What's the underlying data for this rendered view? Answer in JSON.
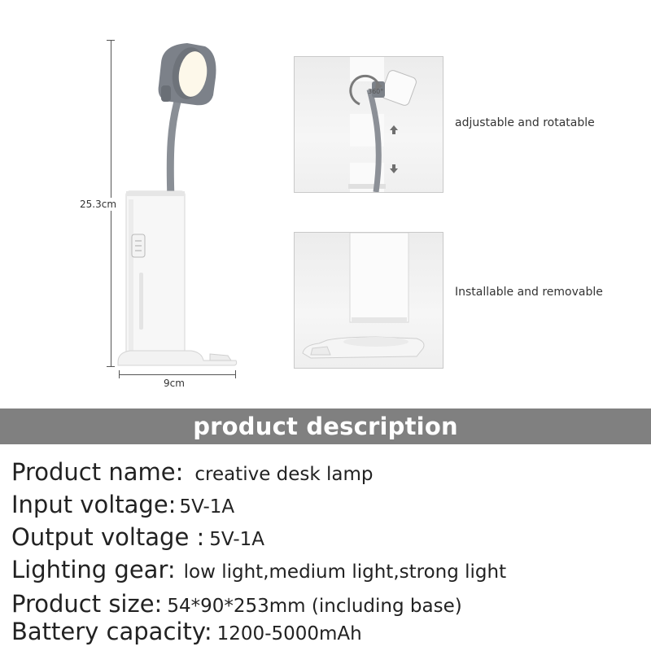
{
  "dimensions": {
    "height_label": "25.3cm",
    "width_label": "9cm"
  },
  "features": [
    {
      "label": "adjustable and rotatable",
      "badge": "360°"
    },
    {
      "label": "Installable and removable"
    }
  ],
  "banner": {
    "title": "product description"
  },
  "specs": [
    {
      "key": "Product name:",
      "value": "creative desk lamp"
    },
    {
      "key": "Input voltage:",
      "value": "5V-1A"
    },
    {
      "key": "Output voltage :",
      "value": "5V-1A"
    },
    {
      "key": "Lighting gear:",
      "value": "low light,medium light,strong light"
    },
    {
      "key": "Product size:",
      "value": "54*90*253mm (including base)"
    },
    {
      "key": "Battery capacity:",
      "value": "1200-5000mAh"
    }
  ],
  "colors": {
    "banner_bg": "#808080",
    "lamp_head": "#7c8189",
    "lamp_body": "#f7f7f7",
    "light_face": "#fdf8ea"
  }
}
